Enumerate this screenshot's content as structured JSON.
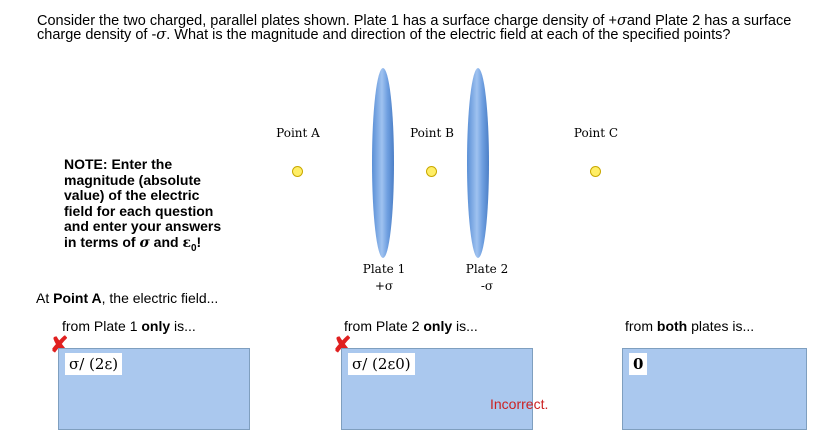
{
  "question": {
    "part1": "Consider the two charged, parallel plates shown. Plate 1 has a surface charge density of +",
    "sym1": "σ",
    "part2": "and Plate 2 has a surface charge density of -",
    "sym2": "σ",
    "part3": ". What is the magnitude and direction of the electric field at each of the specified points?"
  },
  "diagram": {
    "points": [
      {
        "label": "Point A"
      },
      {
        "label": "Point B"
      },
      {
        "label": "Point C"
      }
    ],
    "plates": [
      {
        "name": "Plate 1",
        "charge": "+σ"
      },
      {
        "name": "Plate 2",
        "charge": "-σ"
      }
    ]
  },
  "note": {
    "text": "NOTE: Enter the magnitude (absolute value) of the electric field for each question and enter your answers in terms of ",
    "sym1": "σ",
    "and": " and ",
    "sym2": "ε",
    "sub": "0",
    "end": "!"
  },
  "intro": {
    "pre": "At ",
    "bold": "Point A",
    "post": ", the electric field..."
  },
  "answers": [
    {
      "pre": "from Plate 1 ",
      "bold": "only",
      "post": " is...",
      "value": "σ/ (2ε)",
      "status": "wrong"
    },
    {
      "pre": "from Plate 2 ",
      "bold": "only",
      "post": " is...",
      "value": "σ/ (2ε0)",
      "status": "wrong",
      "feedback": "Incorrect."
    },
    {
      "pre": "from ",
      "bold": "both",
      "post": " plates is...",
      "value": "0",
      "status": "none"
    }
  ],
  "colors": {
    "plate": "#6f9fe0",
    "answer_box": "#aac8ee",
    "error": "#e02020",
    "point_dot": "#ffee66"
  }
}
